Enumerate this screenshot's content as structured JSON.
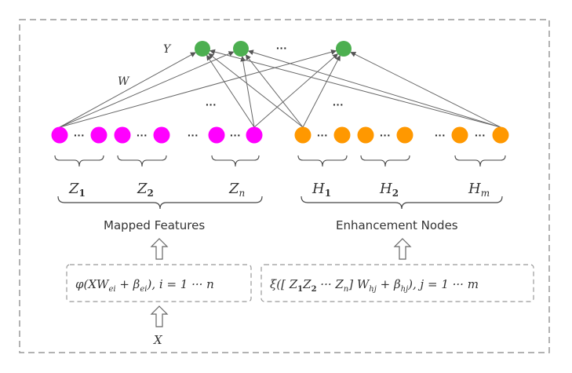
{
  "output_layer": {
    "label": "Y",
    "weight_label": "W",
    "node_color": "#4caf50",
    "ellipsis": "···"
  },
  "mapped_features": {
    "title": "Mapped Features",
    "node_color": "#ff00ff",
    "groups": [
      {
        "label": "Z",
        "sub": "1"
      },
      {
        "label": "Z",
        "sub": "2"
      },
      {
        "label": "Z",
        "sub": "n"
      }
    ],
    "formula": "φ(XW_ei + β_ei), i = 1 ··· n",
    "formula_parts": {
      "main": "φ(XW",
      "s1": "ei",
      "mid": " + β",
      "s2": "ei",
      "tail": "), i = 1 ··· n"
    },
    "input_label": "X"
  },
  "enhancement_nodes": {
    "title": "Enhancement Nodes",
    "node_color": "#ff9800",
    "groups": [
      {
        "label": "H",
        "sub": "1"
      },
      {
        "label": "H",
        "sub": "2"
      },
      {
        "label": "H",
        "sub": "m"
      }
    ],
    "formula": "ξ([Z1Z2 ··· Zn]W_hj + β_hj), j = 1 ··· m",
    "formula_parts": {
      "a": "ξ([ Z",
      "s1": "1",
      "b": "Z",
      "s2": "2",
      "c": " ··· Z",
      "s3": "n",
      "d": "] W",
      "s4": "hj",
      "e": " + β",
      "s5": "hj",
      "f": "), j = 1 ··· m"
    }
  },
  "colors": {
    "edge": "#666666",
    "border": "#999999",
    "text": "#333333"
  }
}
